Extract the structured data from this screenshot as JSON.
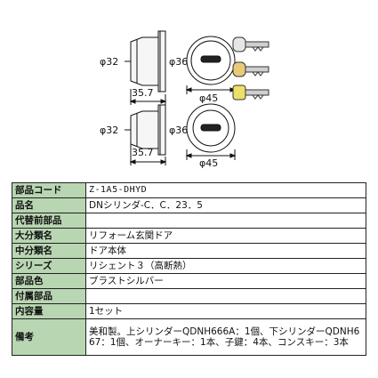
{
  "drawing": {
    "dimensions": {
      "phi32_top": "φ32",
      "phi36_top": "φ36",
      "len_top": "35.7",
      "phi45_top": "φ45",
      "phi32_bottom": "φ32",
      "phi36_bottom": "φ36",
      "len_bottom": "35.7",
      "phi45_bottom": "φ45"
    }
  },
  "spec_table": {
    "rows": [
      {
        "label": "部品コード",
        "value": "Z-1A5-DHYD"
      },
      {
        "label": "品名",
        "value": "DNシリンダ-C．C．23．5"
      },
      {
        "label": "代替前部品",
        "value": ""
      },
      {
        "label": "大分類名",
        "value": "リフォーム玄関ドア"
      },
      {
        "label": "中分類名",
        "value": "ドア本体"
      },
      {
        "label": "シリーズ",
        "value": "リシェント３（高断熱）"
      },
      {
        "label": "部品色",
        "value": "ブラストシルバー"
      },
      {
        "label": "付属部品",
        "value": ""
      },
      {
        "label": "内容量",
        "value": "1セット"
      },
      {
        "label": "備考",
        "value": "美和製。上シリンダーQDNH666A：1個、下シリンダーQDNH667：1個、オーナーキー：1本、子鍵：4本、コンスキー：3本"
      }
    ]
  }
}
